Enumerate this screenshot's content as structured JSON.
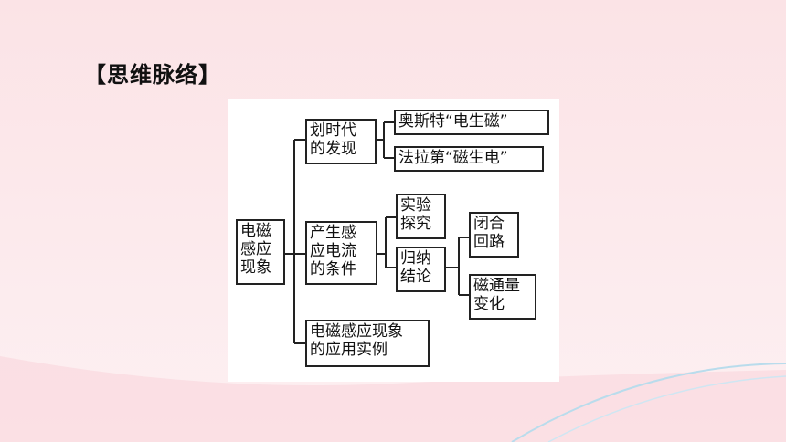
{
  "title": "【思维脉络】",
  "diagram": {
    "root": "电磁\n感应\n现象",
    "branch_discovery": "划时代\n的发现",
    "leaf_oersted": "奥斯特“电生磁”",
    "leaf_faraday": "法拉第“磁生电”",
    "branch_conditions": "产生感\n应电流\n的条件",
    "leaf_experiment": "实验\n探究",
    "leaf_induction": "归纳\n结论",
    "leaf_closed_circuit": "闭合\n回路",
    "leaf_flux_change": "磁通量\n变化",
    "branch_applications": "电磁感应现象\n的应用实例"
  },
  "colors": {
    "background": "#fbe3e6",
    "panel": "#ffffff",
    "line": "#222222",
    "wave": "#b9dcec"
  }
}
